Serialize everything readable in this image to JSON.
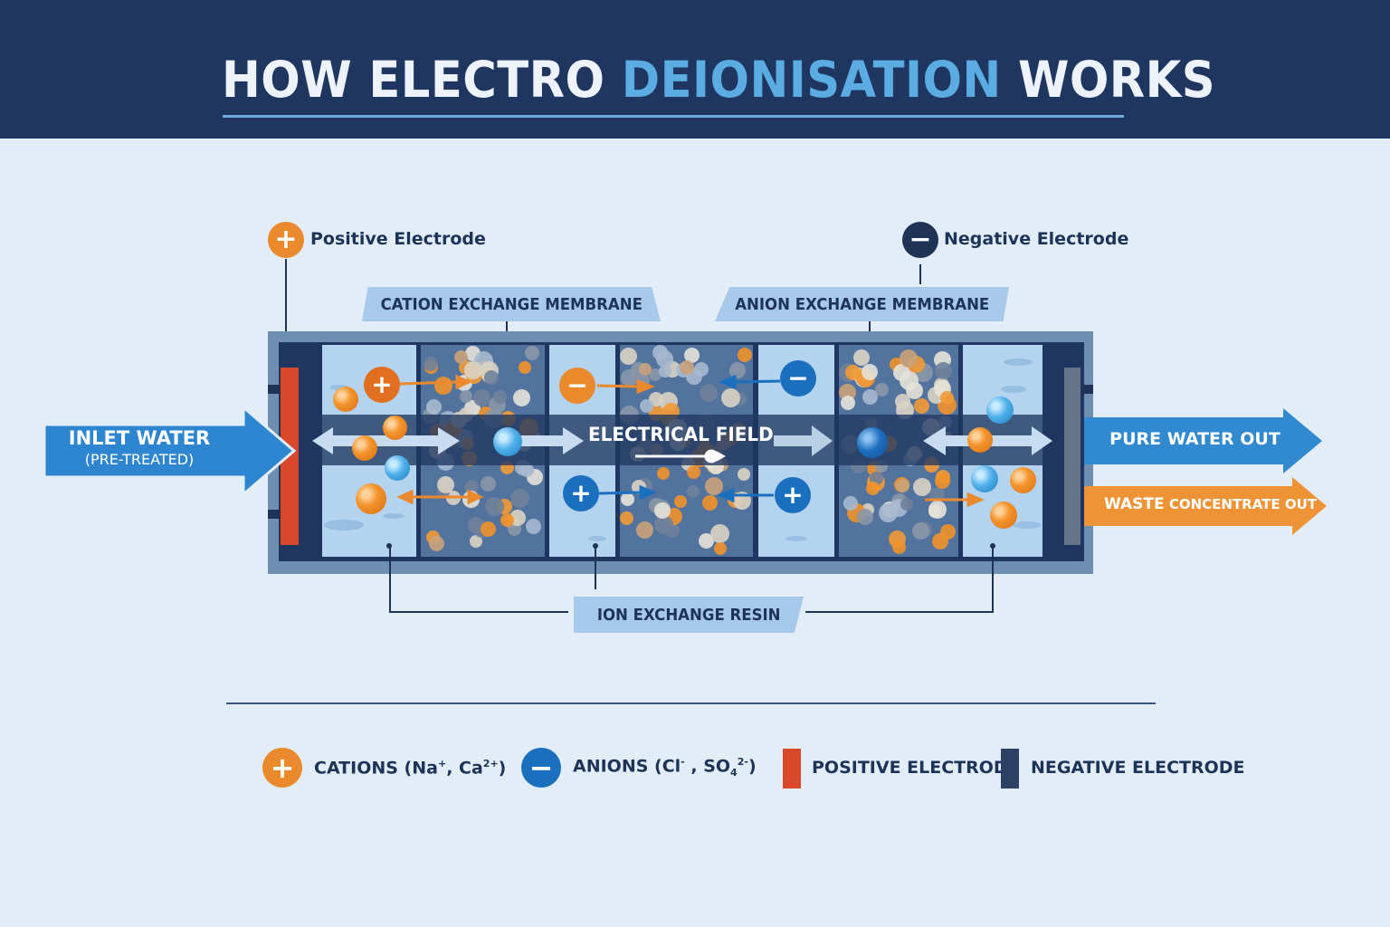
{
  "header": {
    "title_part1": "HOW ELECTRO ",
    "title_accent": "DEIONISATION",
    "title_part2": " WORKS"
  },
  "colors": {
    "header_bg": "#1f3760",
    "accent_blue": "#5aace3",
    "cation_orange": "#ea8a2c",
    "anion_blue": "#1a6fbf",
    "positive_electrode": "#d9482a",
    "negative_electrode": "#2c4163",
    "page_bg": "#e3edf8"
  },
  "diagram": {
    "positive_electrode_label": "Positive Electrode",
    "negative_electrode_label": "Negative Electrode",
    "cation_membrane_label": "CATION EXCHANGE MEMBRANE",
    "anion_membrane_label": "ANION EXCHANGE MEMBRANE",
    "field_label": "ELECTRICAL FIELD",
    "resin_label": "ION EXCHANGE RESIN",
    "inlet": {
      "title": "INLET WATER",
      "subtitle": "(PRE-TREATED)"
    },
    "outlets": {
      "pure": "PURE WATER OUT",
      "waste_bold": "WASTE",
      "waste_rest": " CONCENTRATE OUT"
    },
    "icons": {
      "plus": "+",
      "minus": "−"
    }
  },
  "legend": {
    "cations": {
      "label": "CATIONS (Na",
      "sup1": "+",
      "mid": ", Ca",
      "sup2": "2+",
      "end": ")"
    },
    "anions": {
      "label": "ANIONS (Cl",
      "sup1": "-",
      "mid": " , SO",
      "sub": "4",
      "sup2": "2-",
      "end": ")"
    },
    "positive_electrode": "POSITIVE ELECTRODE",
    "negative_electrode": "NEGATIVE ELECTRODE"
  }
}
